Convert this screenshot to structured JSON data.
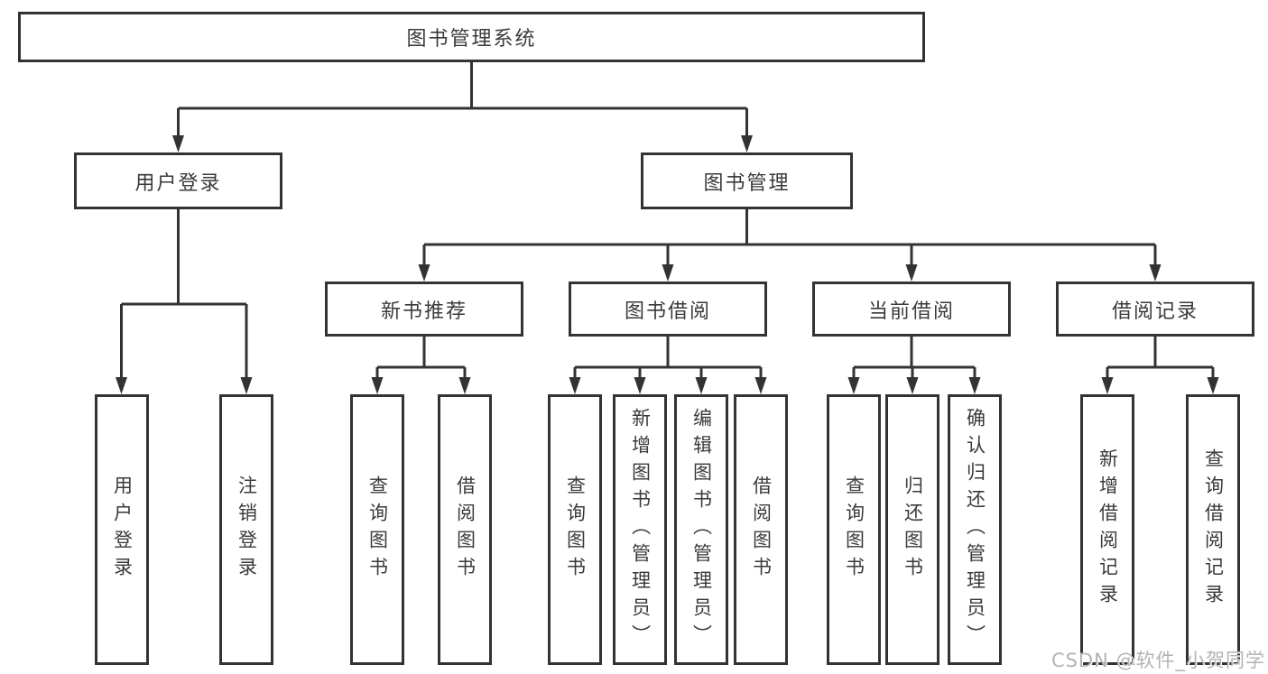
{
  "diagram": {
    "type": "tree",
    "root": {
      "label": "图书管理系统"
    },
    "branches": [
      {
        "label": "用户登录",
        "children": [
          {
            "label": "用户登录"
          },
          {
            "label": "注销登录"
          }
        ]
      },
      {
        "label": "图书管理",
        "children": [
          {
            "label": "新书推荐",
            "children": [
              {
                "label": "查询图书"
              },
              {
                "label": "借阅图书"
              }
            ]
          },
          {
            "label": "图书借阅",
            "children": [
              {
                "label": "查询图书"
              },
              {
                "label": "新增图书（管理员）"
              },
              {
                "label": "编辑图书（管理员）"
              },
              {
                "label": "借阅图书"
              }
            ]
          },
          {
            "label": "当前借阅",
            "children": [
              {
                "label": "查询图书"
              },
              {
                "label": "归还图书"
              },
              {
                "label": "确认归还（管理员）"
              }
            ]
          },
          {
            "label": "借阅记录",
            "children": [
              {
                "label": "新增借阅记录"
              },
              {
                "label": "查询借阅记录"
              }
            ]
          }
        ]
      }
    ]
  },
  "colors": {
    "line": "#333333",
    "box_fill": "#ffffff",
    "text": "#3a3a3a",
    "watermark": "#b3b3b3"
  },
  "watermark": "CSDN @软件_小贺同学"
}
